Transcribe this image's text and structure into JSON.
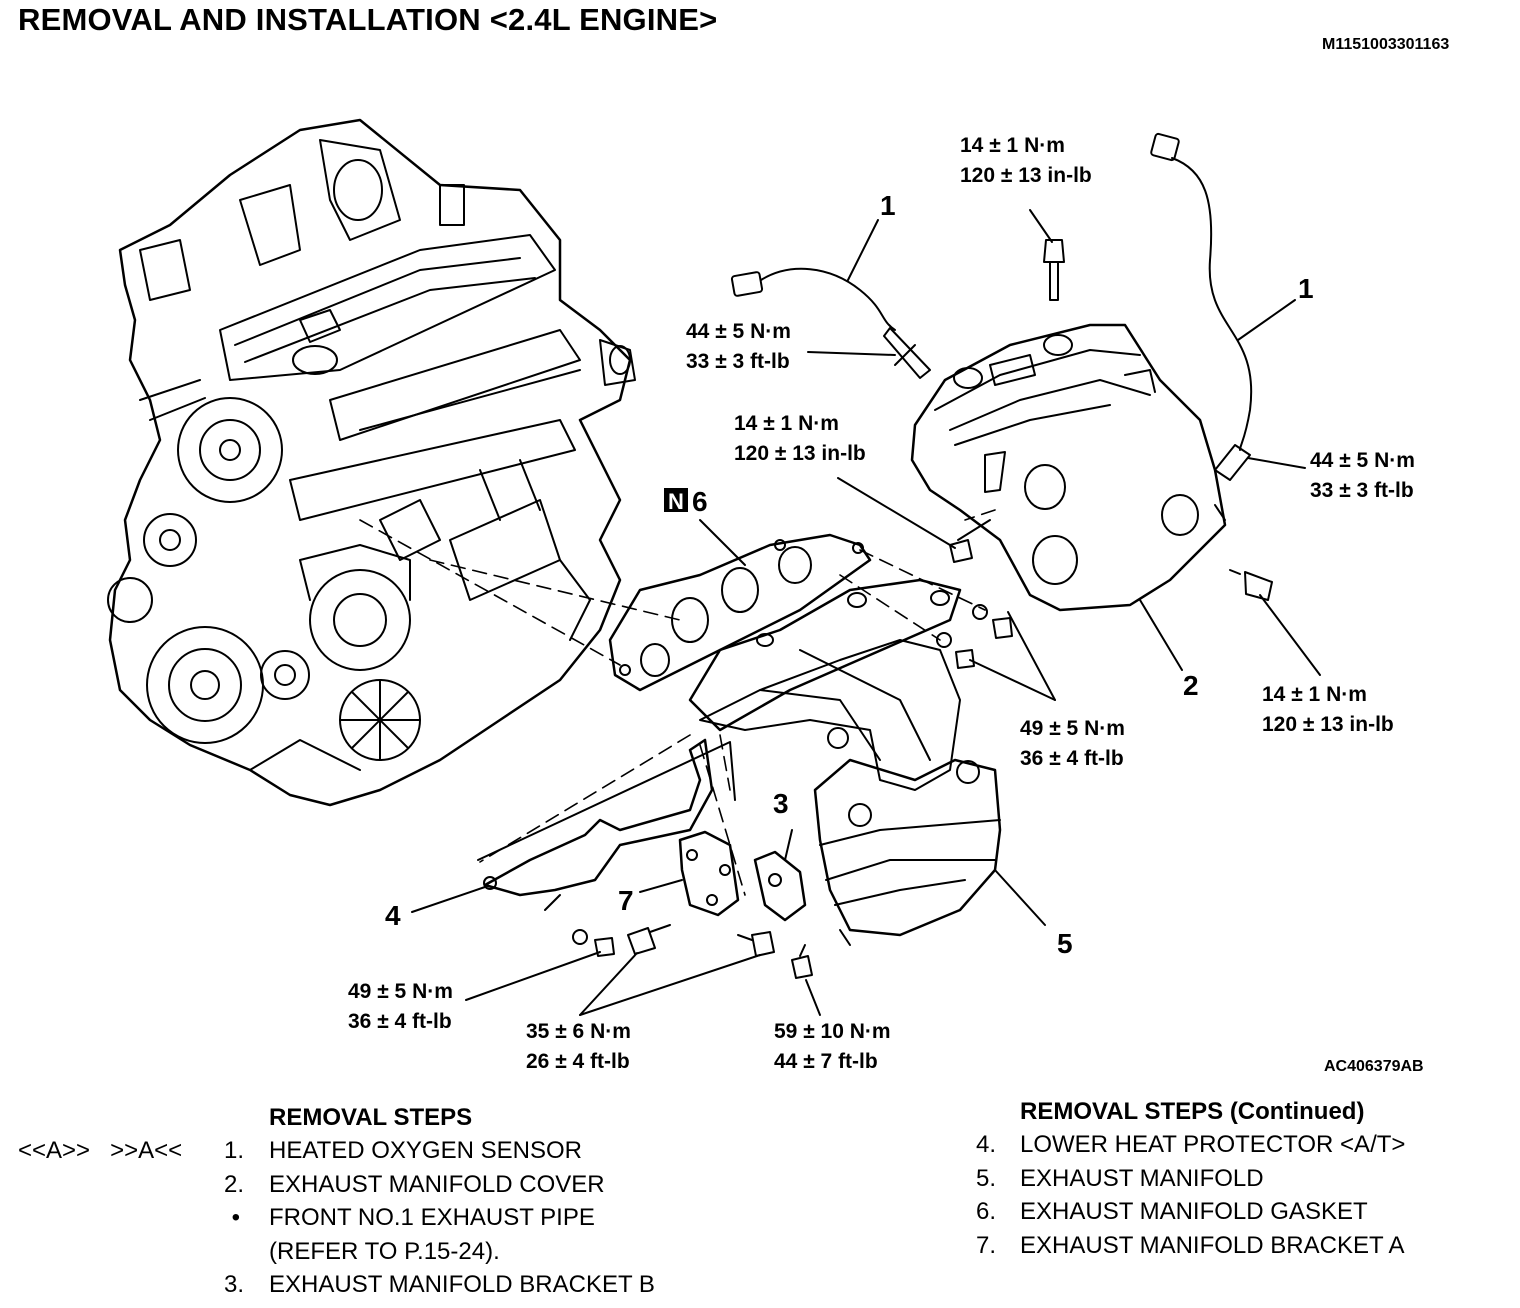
{
  "header": {
    "title": "REMOVAL AND INSTALLATION <2.4L ENGINE>",
    "doc_id": "M1151003301163",
    "figure_id": "AC406379AB"
  },
  "callouts": {
    "c1_left": "1",
    "c1_right": "1",
    "c2": "2",
    "c3": "3",
    "c4": "4",
    "c5": "5",
    "c6": "6",
    "c6_badge": "N",
    "c7": "7"
  },
  "torques": {
    "cover_top": {
      "nm": "14 ± 1 N·m",
      "imp": "120 ± 13 in-lb"
    },
    "sensor_left": {
      "nm": "44 ± 5 N·m",
      "imp": "33 ± 3 ft-lb"
    },
    "cover_left": {
      "nm": "14 ± 1 N·m",
      "imp": "120 ± 13 in-lb"
    },
    "sensor_right": {
      "nm": "44 ± 5 N·m",
      "imp": "33 ± 3 ft-lb"
    },
    "cover_right": {
      "nm": "14 ± 1 N·m",
      "imp": "120 ± 13 in-lb"
    },
    "manifold_nuts": {
      "nm": "49 ± 5 N·m",
      "imp": "36 ± 4 ft-lb"
    },
    "lower_nut": {
      "nm": "49 ± 5 N·m",
      "imp": "36 ± 4 ft-lb"
    },
    "bracket_bolts": {
      "nm": "35 ± 6 N·m",
      "imp": "26 ± 4 ft-lb"
    },
    "stud_bolt": {
      "nm": "59 ± 10 N·m",
      "imp": "44 ± 7 ft-lb"
    }
  },
  "removal_steps": {
    "heading": "REMOVAL STEPS",
    "markers": "<<A>>   >>A<<",
    "items": [
      {
        "num": "1.",
        "text": "HEATED OXYGEN SENSOR"
      },
      {
        "num": "2.",
        "text": "EXHAUST MANIFOLD COVER"
      },
      {
        "num": "•",
        "text": "FRONT NO.1 EXHAUST PIPE"
      },
      {
        "num": "",
        "text": "(REFER TO P.15-24)."
      },
      {
        "num": "3.",
        "text": "EXHAUST MANIFOLD BRACKET B"
      }
    ]
  },
  "removal_steps_continued": {
    "heading": "REMOVAL STEPS (Continued)",
    "items": [
      {
        "num": "4.",
        "text": "LOWER HEAT PROTECTOR <A/T>"
      },
      {
        "num": "5.",
        "text": "EXHAUST MANIFOLD"
      },
      {
        "num": "6.",
        "text": "EXHAUST MANIFOLD GASKET"
      },
      {
        "num": "7.",
        "text": "EXHAUST MANIFOLD BRACKET A"
      }
    ]
  }
}
